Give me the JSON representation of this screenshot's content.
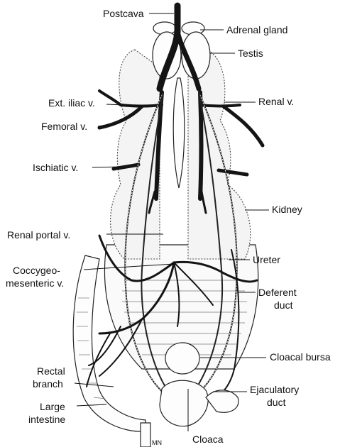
{
  "labels": {
    "postcava": "Postcava",
    "adrenal_gland": "Adrenal gland",
    "testis": "Testis",
    "ext_iliac_v": "Ext. iliac v.",
    "renal_v": "Renal v.",
    "femoral_v": "Femoral v.",
    "ischiatic_v": "Ischiatic v.",
    "kidney": "Kidney",
    "renal_portal_v": "Renal portal v.",
    "ureter": "Ureter",
    "coccygeo_1": "Coccygeo-",
    "coccygeo_2": "mesenteric v.",
    "deferent_1": "Deferent",
    "deferent_2": "duct",
    "cloacal_bursa": "Cloacal bursa",
    "rectal_1": "Rectal",
    "rectal_2": "branch",
    "ejaculatory_1": "Ejaculatory",
    "ejaculatory_2": "duct",
    "large_1": "Large",
    "large_2": "intestine",
    "cloaca": "Cloaca",
    "initials": "MN"
  }
}
